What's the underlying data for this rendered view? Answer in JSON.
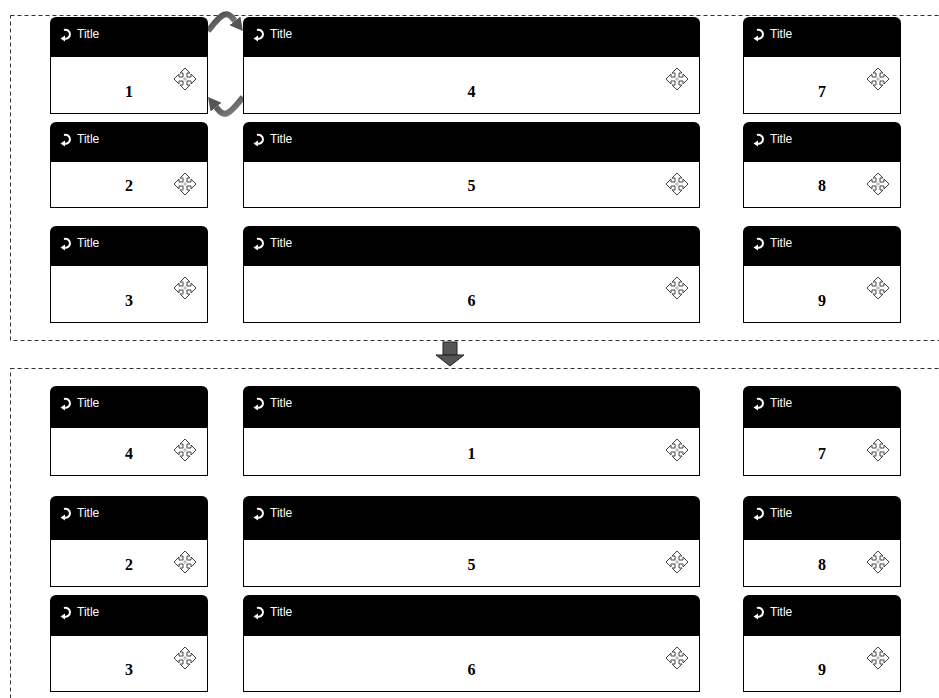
{
  "diagram": {
    "nodes": [
      {
        "text": [
          "Title",
          "1"
        ]
      },
      {
        "text": [
          "Title",
          "4"
        ]
      },
      {
        "text": [
          "Title",
          "7"
        ]
      },
      {
        "text": [
          "Title",
          "2"
        ]
      },
      {
        "text": [
          "Title",
          "5"
        ]
      },
      {
        "text": [
          "Title",
          "8"
        ]
      },
      {
        "text": [
          "Title",
          "3"
        ]
      },
      {
        "text": [
          "Title",
          "6"
        ]
      },
      {
        "text": [
          "Title",
          "9"
        ]
      },
      {
        "text": [
          "Title",
          "4"
        ]
      },
      {
        "text": [
          "Title",
          "1"
        ]
      },
      {
        "text": [
          "Title",
          "7"
        ]
      },
      {
        "text": [
          "Title",
          "2"
        ]
      },
      {
        "text": [
          "Title",
          "5"
        ]
      },
      {
        "text": [
          "Title",
          "8"
        ]
      },
      {
        "text": [
          "Title",
          "3"
        ]
      },
      {
        "text": [
          "Title",
          "6"
        ]
      },
      {
        "text": [
          "Title",
          "9"
        ]
      }
    ],
    "edges": [
      {
        "from": 0,
        "to": 1,
        "arrow": "to"
      },
      {
        "from": 1,
        "to": 0,
        "arrow": "to"
      }
    ]
  }
}
